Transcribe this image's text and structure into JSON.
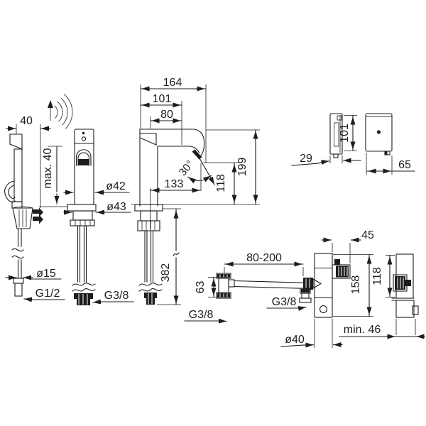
{
  "drawing": {
    "kind": "technical-dimension-drawing",
    "line_color": "#1d1d1b",
    "background_color": "#ffffff"
  },
  "views": {
    "hand_shower": {
      "wall_distance": "40",
      "max_depth": "max. 40",
      "hose_diameter": "ø15",
      "hose_thread": "G1/2"
    },
    "faucet_front": {
      "body_diameter": "ø42",
      "base_diameter": "ø43",
      "supply_thread": "G3/8",
      "supply_length": "382"
    },
    "faucet_side": {
      "total_depth": "164",
      "spout_depth": "101",
      "outlet_offset": "80",
      "reach": "133",
      "spray_angle": "30°",
      "outlet_height": "118",
      "total_height": "199"
    },
    "control_box": {
      "depth": "29",
      "height": "101",
      "width": "65"
    },
    "inlet_pipe": {
      "length_range": "80-200",
      "fitting_height": "63",
      "thread_right": "G3/8",
      "thread_left": "G3/8"
    },
    "body_rear": {
      "valve_width": "45",
      "height": "158",
      "diameter": "ø40"
    },
    "body_side": {
      "height": "118",
      "min_clearance": "min. 46"
    }
  }
}
